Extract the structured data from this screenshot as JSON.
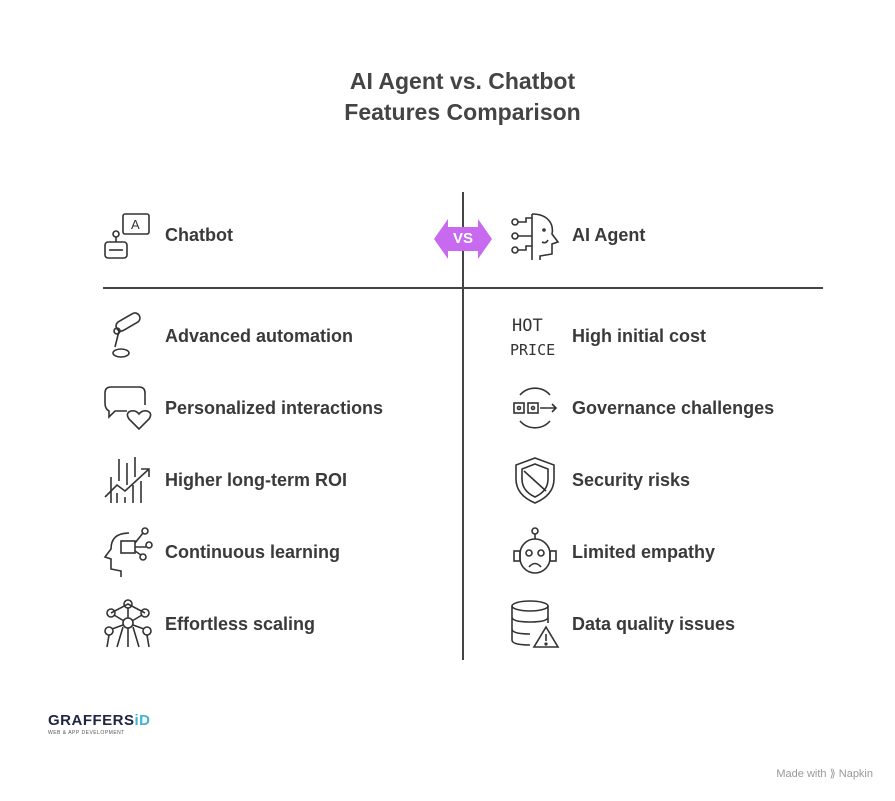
{
  "title": {
    "line1": "AI Agent vs. Chatbot",
    "line2": "Features Comparison"
  },
  "vs_label": "VS",
  "accent": "#c86af0",
  "left": {
    "header": "Chatbot",
    "items": [
      "Advanced automation",
      "Personalized interactions",
      "Higher long-term ROI",
      "Continuous learning",
      "Effortless scaling"
    ]
  },
  "right": {
    "header": "AI Agent",
    "items": [
      "High initial cost",
      "Governance challenges",
      "Security risks",
      "Limited empathy",
      "Data quality issues"
    ]
  },
  "logo": {
    "name": "GRAFFERS",
    "accent": "iD",
    "sub": "WEB & APP DEVELOPMENT"
  },
  "footer": "Made with ⟫ Napkin"
}
